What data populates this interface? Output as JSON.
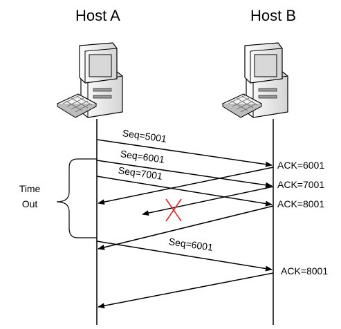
{
  "hosts": {
    "a": {
      "label": "Host A"
    },
    "b": {
      "label": "Host B"
    }
  },
  "segments": [
    {
      "seq": "Seq=5001"
    },
    {
      "seq": "Seq=6001"
    },
    {
      "seq": "Seq=7001"
    },
    {
      "seq": "Seq=6001"
    }
  ],
  "acks": [
    {
      "label": "ACK=6001"
    },
    {
      "label": "ACK=7001"
    },
    {
      "label": "ACK=8001"
    },
    {
      "label": "ACK=8001"
    }
  ],
  "timeout": {
    "line1": "Time",
    "line2": "Out"
  },
  "colors": {
    "line": "#000000",
    "lost_marker": "#e8231e",
    "computer_body": "#efefef",
    "computer_shade": "#b9b9b9",
    "screen": "#d8d8d8"
  }
}
